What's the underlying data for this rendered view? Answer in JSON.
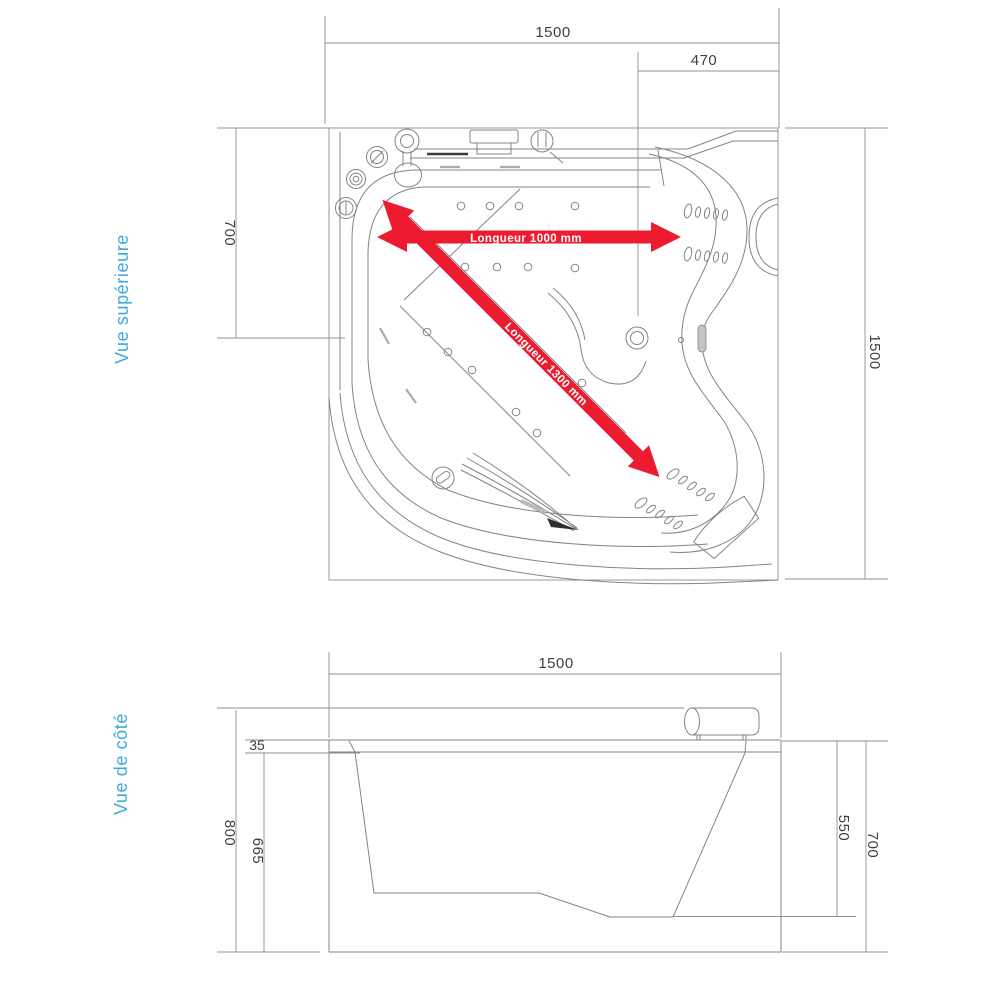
{
  "document": {
    "type": "bathtub technical drawing",
    "colors": {
      "accent_blue": "#3fa9dc",
      "arrow_red": "#ed1b2f",
      "line_gray": "#848484",
      "dim_text": "#3f3f3f",
      "background": "#ffffff"
    }
  },
  "top_view": {
    "label": "Vue supérieure",
    "dim_width_total": "1500",
    "dim_width_partial": "470",
    "dim_height_partial": "700",
    "dim_height_total": "1500",
    "arrow_horizontal_label": "Longueur 1000 mm",
    "arrow_diagonal_label": "Longueur 1300 mm"
  },
  "side_view": {
    "label": "Vue de côté",
    "dim_width_total": "1500",
    "dim_rim_thickness": "35",
    "dim_height_total": "800",
    "dim_apron_height": "665",
    "dim_inner_depth": "550",
    "dim_height_right": "700"
  }
}
